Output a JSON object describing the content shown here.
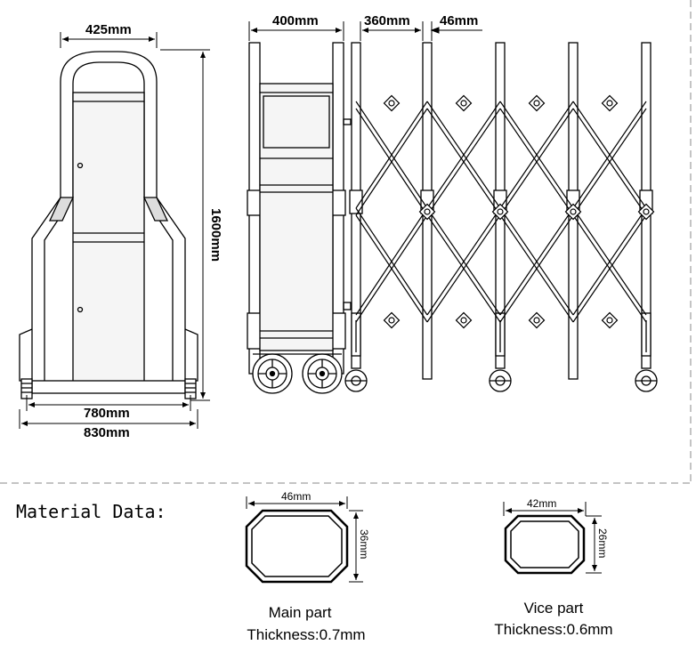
{
  "dimensions": {
    "front_top_width": "425mm",
    "height": "1600mm",
    "inner_base_width": "780mm",
    "outer_base_width": "830mm",
    "head_width": "400mm",
    "panel_spacing": "360mm",
    "tube_width": "46mm"
  },
  "material": {
    "heading": "Material Data:",
    "main_part": {
      "width": "46mm",
      "height": "36mm",
      "name": "Main part",
      "thickness": "Thickness:0.7mm"
    },
    "vice_part": {
      "width": "42mm",
      "height": "26mm",
      "name": "Vice part",
      "thickness": "Thickness:0.6mm"
    }
  },
  "colors": {
    "line": "#000000",
    "divider": "#b0b0b0",
    "panel_tint": "#f5f5f5"
  }
}
